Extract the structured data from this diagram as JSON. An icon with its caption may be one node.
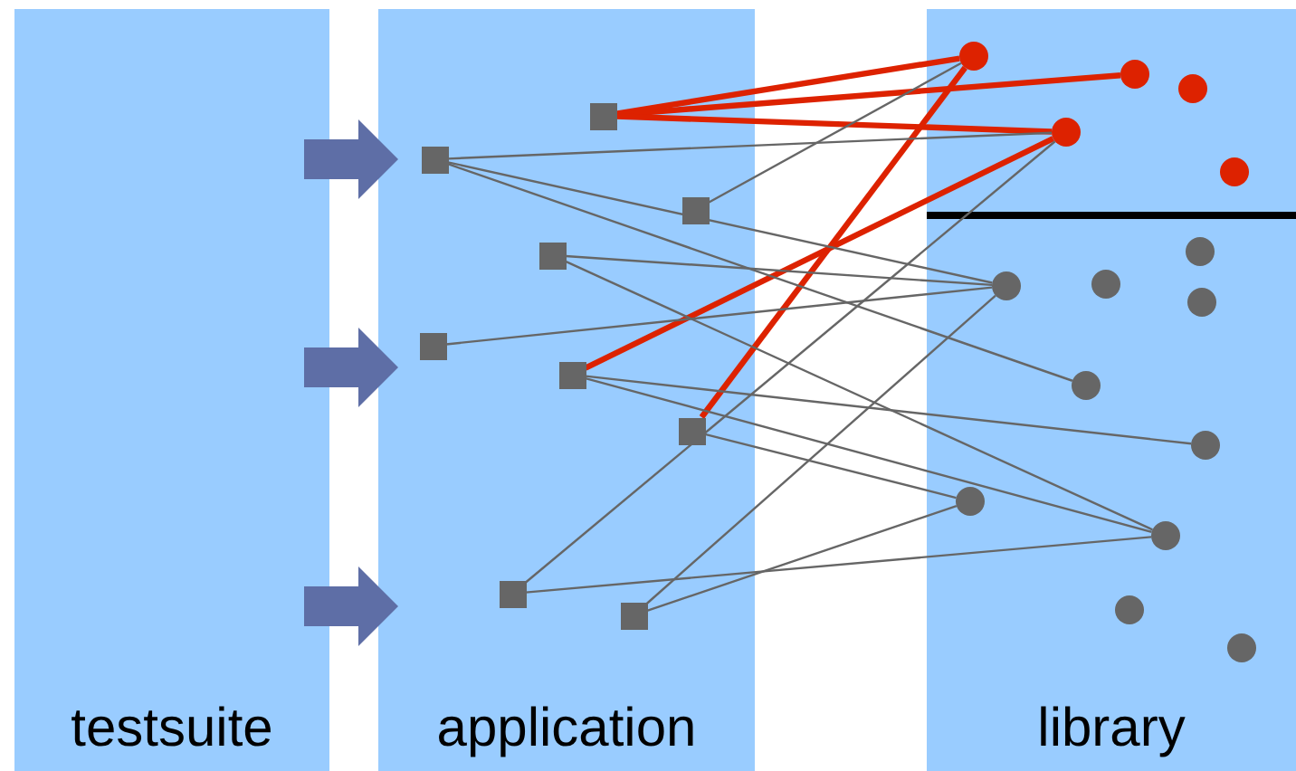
{
  "diagram": {
    "nodes": [
      {
        "text": [
          "testsuite"
        ]
      },
      {
        "text": [
          "application"
        ]
      },
      {
        "text": [
          "library"
        ]
      },
      {
        "text": [],
        "shape": "box",
        "in": 1
      },
      {
        "text": [],
        "shape": "box",
        "in": 1
      },
      {
        "text": [],
        "shape": "box",
        "in": 1
      },
      {
        "text": [],
        "shape": "box",
        "in": 1
      },
      {
        "text": [],
        "shape": "box",
        "in": 1
      },
      {
        "text": [],
        "shape": "box",
        "in": 1
      },
      {
        "text": [],
        "shape": "box",
        "in": 1
      },
      {
        "text": [],
        "shape": "box",
        "in": 1
      },
      {
        "text": [],
        "shape": "box",
        "in": 1
      },
      {
        "text": [],
        "shape": "circle",
        "in": 2
      },
      {
        "text": [],
        "shape": "circle",
        "in": 2
      },
      {
        "text": [],
        "shape": "circle",
        "in": 2
      },
      {
        "text": [],
        "shape": "circle",
        "in": 2
      },
      {
        "text": [],
        "shape": "circle",
        "in": 2
      },
      {
        "text": [],
        "shape": "circle",
        "in": 2
      },
      {
        "text": [],
        "shape": "circle",
        "in": 2
      },
      {
        "text": [],
        "shape": "circle",
        "in": 2
      },
      {
        "text": [],
        "shape": "circle",
        "in": 2
      },
      {
        "text": [],
        "shape": "circle",
        "in": 2
      },
      {
        "text": [],
        "shape": "circle",
        "in": 2
      },
      {
        "text": [],
        "shape": "circle",
        "in": 2
      },
      {
        "text": [],
        "shape": "circle",
        "in": 2
      },
      {
        "text": [],
        "shape": "circle",
        "in": 2
      },
      {
        "text": [],
        "shape": "circle",
        "in": 2
      }
    ],
    "edges": [
      {
        "from": 0,
        "to": 1,
        "arrow": "to",
        "style": "thick",
        "color": "#5e6ea6"
      },
      {
        "from": 0,
        "to": 1,
        "arrow": "to",
        "style": "thick",
        "color": "#5e6ea6"
      },
      {
        "from": 0,
        "to": 1,
        "arrow": "to",
        "style": "thick",
        "color": "#5e6ea6"
      },
      {
        "from": 4,
        "to": 12,
        "arrow": "none",
        "style": "thick",
        "color": "#dd2200"
      },
      {
        "from": 4,
        "to": 13,
        "arrow": "none",
        "style": "thick",
        "color": "#dd2200"
      },
      {
        "from": 4,
        "to": 15,
        "arrow": "none",
        "style": "thick",
        "color": "#dd2200"
      },
      {
        "from": 8,
        "to": 15,
        "arrow": "none",
        "style": "thick",
        "color": "#dd2200"
      },
      {
        "from": 9,
        "to": 12,
        "arrow": "none",
        "style": "thick",
        "color": "#dd2200"
      },
      {
        "from": 3,
        "to": 15,
        "arrow": "none"
      },
      {
        "from": 3,
        "to": 18,
        "arrow": "none"
      },
      {
        "from": 3,
        "to": 21,
        "arrow": "none"
      },
      {
        "from": 5,
        "to": 12,
        "arrow": "none"
      },
      {
        "from": 6,
        "to": 18,
        "arrow": "none"
      },
      {
        "from": 6,
        "to": 24,
        "arrow": "none"
      },
      {
        "from": 7,
        "to": 18,
        "arrow": "none"
      },
      {
        "from": 8,
        "to": 22,
        "arrow": "none"
      },
      {
        "from": 8,
        "to": 24,
        "arrow": "none"
      },
      {
        "from": 9,
        "to": 23,
        "arrow": "none"
      },
      {
        "from": 10,
        "to": 15,
        "arrow": "none"
      },
      {
        "from": 10,
        "to": 24,
        "arrow": "none"
      },
      {
        "from": 11,
        "to": 18,
        "arrow": "none"
      },
      {
        "from": 11,
        "to": 23,
        "arrow": "none"
      }
    ]
  }
}
